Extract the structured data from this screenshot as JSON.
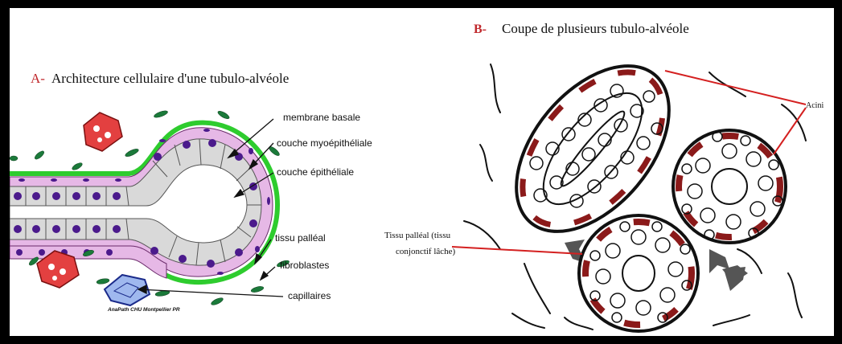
{
  "panel_a": {
    "letter": "A-",
    "title": "Architecture cellulaire d'une tubulo-alvéole",
    "labels": {
      "membrane": "membrane basale",
      "myo": "couche myoépithéliale",
      "epi": "couche épithéliale",
      "pall": "tissu palléal",
      "fibro": "fibroblastes",
      "capil": "capillaires"
    },
    "credit": "AnaPath CHU Montpellier PR"
  },
  "panel_b": {
    "letter": "B-",
    "title": "Coupe de plusieurs tubulo-alvéole",
    "acini": "Acini",
    "tissu_line1": "Tissu palléal (tissu",
    "tissu_line2": "conjonctif lâche)"
  },
  "colors": {
    "letter_red": "#c0282c",
    "membrane_green": "#2ecc2e",
    "myo_pink": "#e6b8e6",
    "nucleus_purple": "#4b1a8c",
    "lumen_gray": "#d9d9d9",
    "acinus_red": "#8b1a1a",
    "pointer_red": "#d42020"
  }
}
